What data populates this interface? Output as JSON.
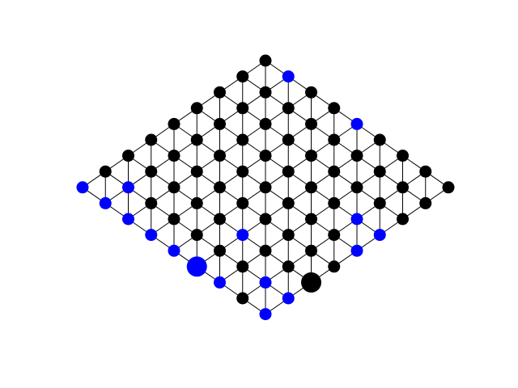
{
  "board": {
    "size": 9,
    "colors": {
      "black": "#000000",
      "blue": "#0000ff",
      "edge": "#000000",
      "background": "#ffffff"
    },
    "blue_cells": [
      [
        0,
        1
      ],
      [
        0,
        4
      ],
      [
        3,
        7
      ],
      [
        3,
        8
      ],
      [
        4,
        8
      ],
      [
        6,
        5
      ],
      [
        7,
        1
      ],
      [
        8,
        0
      ],
      [
        8,
        1
      ],
      [
        8,
        2
      ],
      [
        8,
        3
      ],
      [
        8,
        4
      ],
      [
        8,
        6
      ],
      [
        8,
        8
      ],
      [
        7,
        7
      ],
      [
        7,
        8
      ]
    ],
    "highlighted_cells": [
      {
        "cell": [
          6,
          8
        ],
        "color": "black"
      },
      {
        "cell": [
          8,
          5
        ],
        "color": "blue"
      }
    ]
  }
}
